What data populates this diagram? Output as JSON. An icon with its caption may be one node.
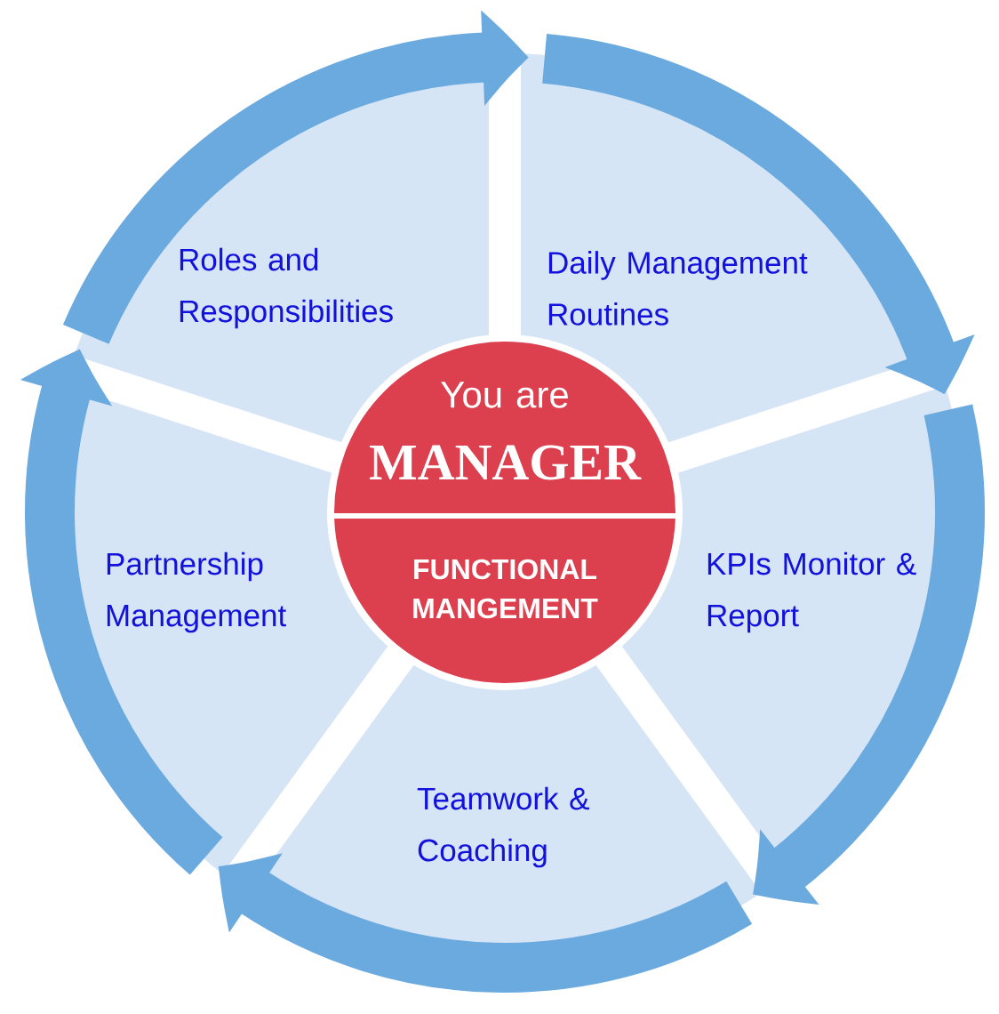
{
  "diagram": {
    "nodes": [
      {
        "text": [
          "Roles and Responsibilities"
        ]
      },
      {
        "text": [
          "Daily Management Routines"
        ]
      },
      {
        "text": [
          "You are",
          "MANAGER",
          "FUNCTIONAL MANGEMENT"
        ]
      },
      {
        "text": [
          "Partnership Management"
        ]
      },
      {
        "text": [
          "KPIs Monitor & Report"
        ]
      },
      {
        "text": [
          "Teamwork & Coaching"
        ]
      }
    ],
    "edges": [
      {
        "from": 0,
        "to": 1,
        "arrow": "to"
      },
      {
        "from": 1,
        "to": 4,
        "arrow": "to"
      },
      {
        "from": 4,
        "to": 5,
        "arrow": "to"
      },
      {
        "from": 5,
        "to": 3,
        "arrow": "to"
      },
      {
        "from": 3,
        "to": 0,
        "arrow": "to"
      }
    ]
  }
}
